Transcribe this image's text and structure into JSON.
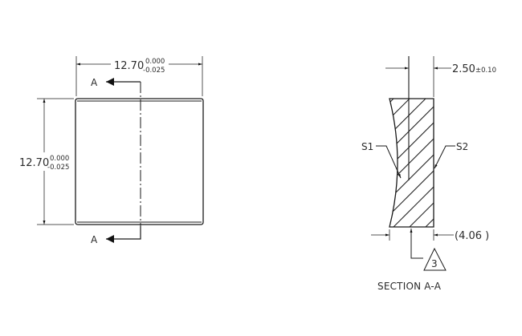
{
  "drawing": {
    "front_view": {
      "width_dimension": {
        "nominal": "12.70",
        "upper_tol": "0.000",
        "lower_tol": "-0.025"
      },
      "height_dimension": {
        "nominal": "12.70",
        "upper_tol": "0.000",
        "lower_tol": "-0.025"
      },
      "section_marker_top": "A",
      "section_marker_bottom": "A"
    },
    "section_view": {
      "title": "SECTION A-A",
      "thickness_dimension": {
        "nominal": "2.50",
        "tolerance": "±0.10"
      },
      "reference_dimension": "(4.06 )",
      "surface_labels": [
        "S1",
        "S2"
      ],
      "note_callout": "3"
    },
    "colors": {
      "line": "#1a1a1a",
      "dimension_line": "#555555",
      "hatch": "#1a1a1a",
      "text": "#2b2b2b"
    }
  }
}
